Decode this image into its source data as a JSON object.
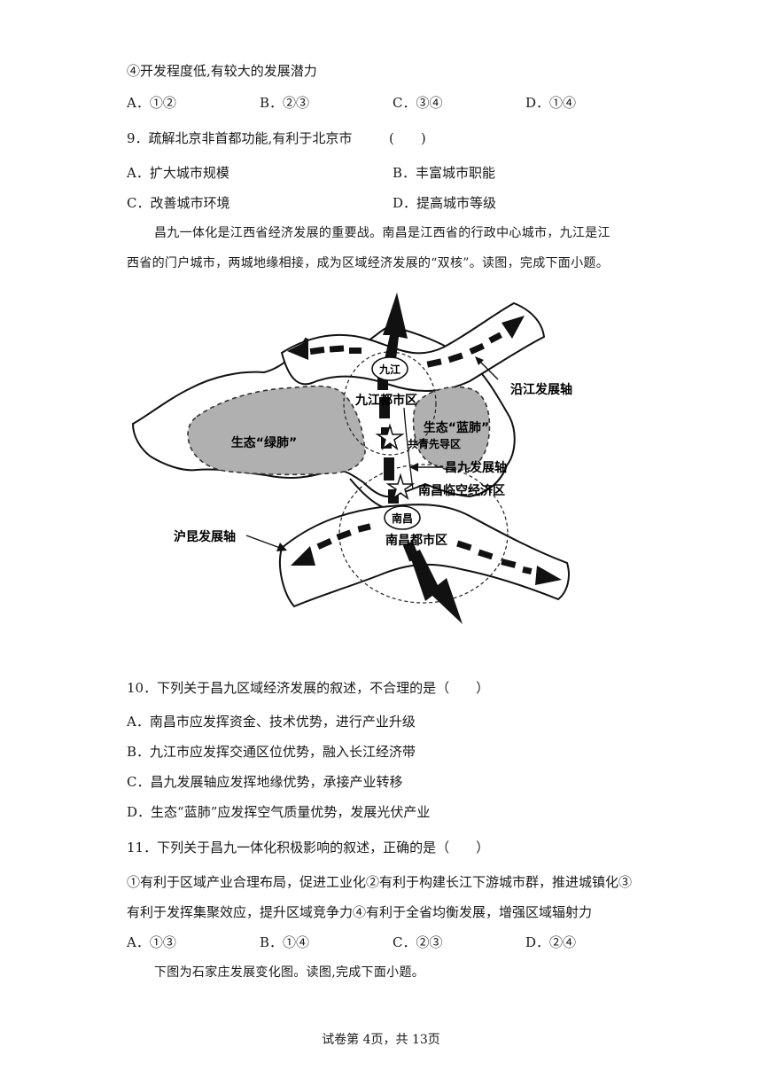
{
  "q8": {
    "item4": "④开发程度低,有较大的发展潜力",
    "options": [
      "A．①②",
      "B．②③",
      "C．③④",
      "D．①④"
    ]
  },
  "q9": {
    "stem": "9．疏解北京非首都功能,有利于北京市",
    "paren": "(　　)",
    "options": [
      "A．扩大城市规模",
      "B．丰富城市职能",
      "C．改善城市环境",
      "D．提高城市等级"
    ]
  },
  "intro1": {
    "line1": "昌九一体化是江西省经济发展的重要战。南昌是江西省的行政中心城市，九江是江",
    "line2": "西省的门户城市，两城地缘相接，成为区域经济发展的“双核”。读图，完成下面小题。"
  },
  "map": {
    "labels": {
      "jiujiang": "九江",
      "jiujiang_metro": "九江都市区",
      "green_lung": "生态“绿肺”",
      "blue_lung": "生态“蓝肺”",
      "gongqing": "共青先导区",
      "changjiu_axis": "昌九发展轴",
      "linkong": "南昌临空经济区",
      "yanjiang_axis": "沿江发展轴",
      "nanchang": "南昌",
      "nanchang_metro": "南昌都市区",
      "hukun_axis": "沪昆发展轴"
    }
  },
  "q10": {
    "stem": "10．下列关于昌九区域经济发展的叙述，不合理的是（　　）",
    "options": [
      "A．南昌市应发挥资金、技术优势，进行产业升级",
      "B．九江市应发挥交通区位优势，融入长江经济带",
      "C．昌九发展轴应发挥地缘优势，承接产业转移",
      "D．生态“蓝肺”应发挥空气质量优势，发展光伏产业"
    ]
  },
  "q11": {
    "stem": "11．下列关于昌九一体化积极影响的叙述，正确的是（　　）",
    "line1": "①有利于区域产业合理布局，促进工业化②有利于构建长江下游城市群，推进城镇化③",
    "line2": "有利于发挥集聚效应，提升区域竞争力④有利于全省均衡发展，增强区域辐射力",
    "options": [
      "A．①③",
      "B．①④",
      "C．②③",
      "D．②④"
    ]
  },
  "intro2": "下图为石家庄发展变化图。读图,完成下面小题。",
  "footer": "试卷第 4页，共 13页"
}
